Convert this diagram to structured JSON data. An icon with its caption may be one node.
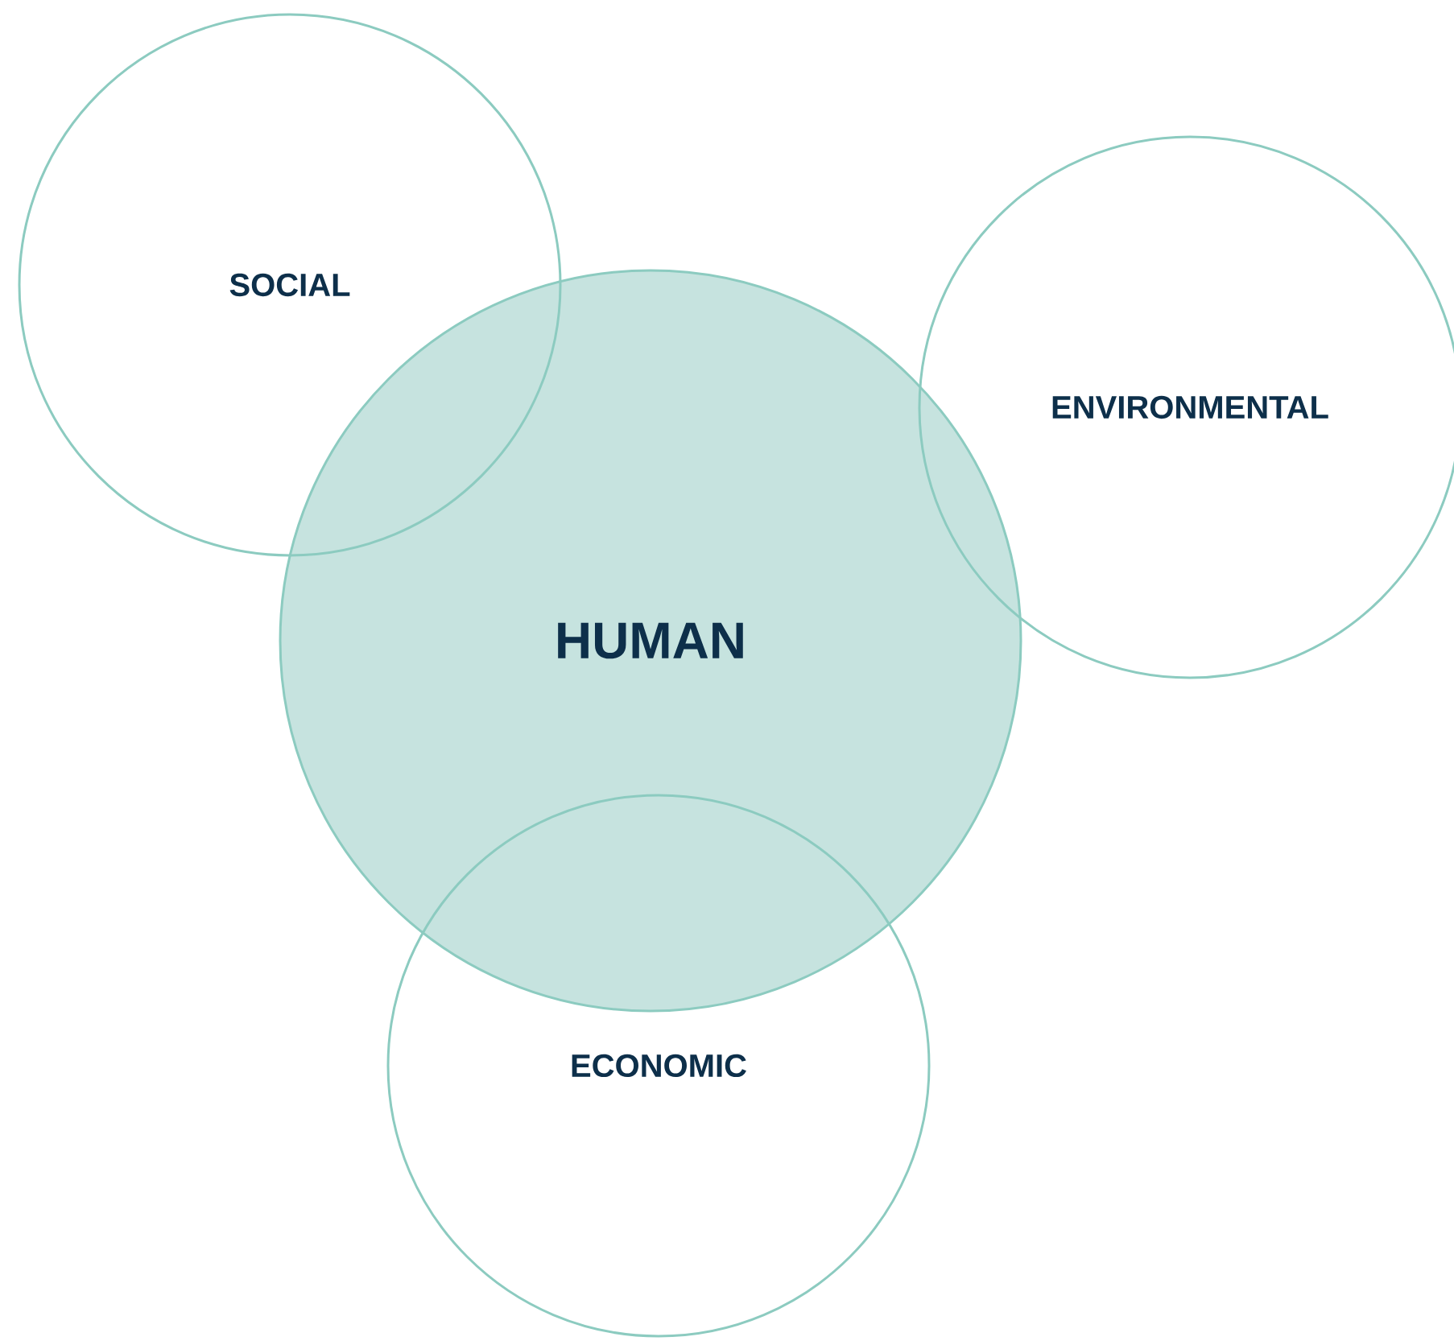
{
  "diagram": {
    "nodes": [
      {
        "text": [
          "SOCIAL"
        ]
      },
      {
        "text": [
          "ENVIRONMENTAL"
        ]
      },
      {
        "text": [
          "HUMAN"
        ]
      },
      {
        "text": [
          "ECONOMIC"
        ]
      }
    ]
  }
}
